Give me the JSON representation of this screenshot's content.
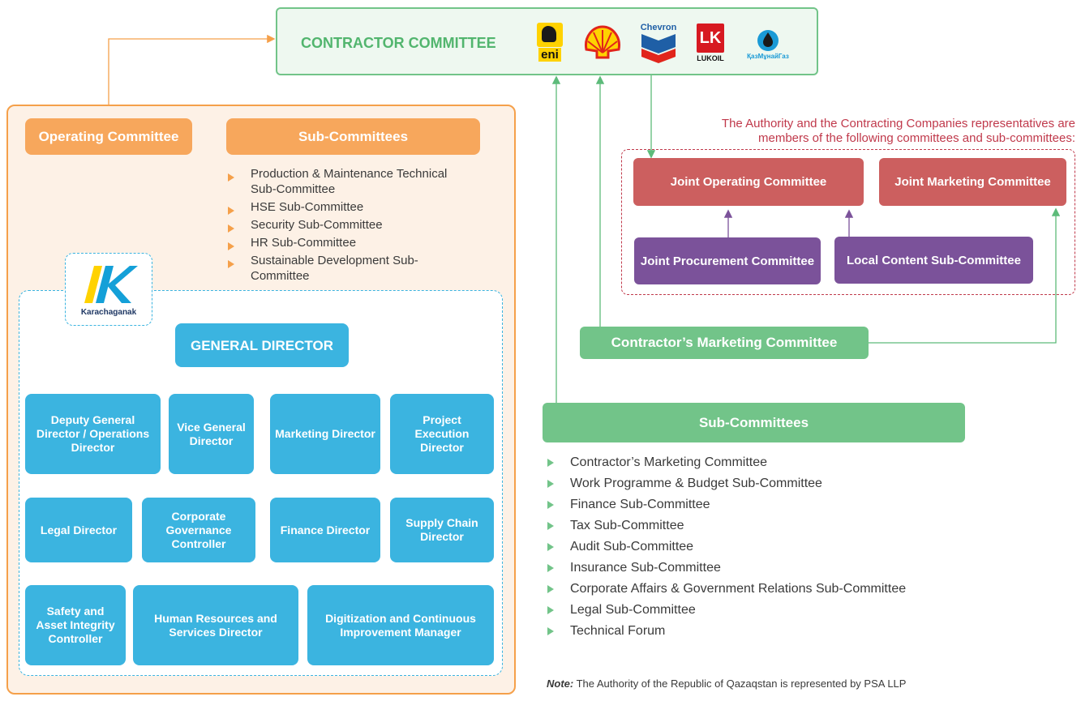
{
  "contractor_committee": {
    "title": "CONTRACTOR COMMITTEE",
    "logos": [
      {
        "name": "eni-logo",
        "text": "eni"
      },
      {
        "name": "shell-logo",
        "text": ""
      },
      {
        "name": "chevron-logo",
        "text": "Chevron"
      },
      {
        "name": "lukoil-logo",
        "text": "LUKOIL"
      },
      {
        "name": "kazmunaygaz-logo",
        "text": "ҚазМұнайГаз"
      }
    ]
  },
  "left": {
    "operating_committee": "Operating Committee",
    "sub_committees_title": "Sub-Committees",
    "sub_committees": [
      "Production & Maintenance Technical Sub-Committee",
      "HSE Sub-Committee",
      "Security Sub-Committee",
      "HR Sub-Committee",
      "Sustainable Development Sub-Committee"
    ],
    "karachaganak_label": "Karachaganak"
  },
  "org": {
    "general_director": "GENERAL DIRECTOR",
    "row1": [
      "Deputy General Director / Operations Director",
      "Vice General Director",
      "Marketing Director",
      "Project Execution Director"
    ],
    "row2": [
      "Legal Director",
      "Corporate Governance Controller",
      "Finance Director",
      "Supply Chain Director"
    ],
    "row3": [
      "Safety and Asset Integrity Controller",
      "Human Resources and Services Director",
      "Digitization and Continuous Improvement Manager"
    ]
  },
  "right": {
    "authority_note_line1": "The Authority and the Contracting Companies representatives are",
    "authority_note_line2": "members of the following committees and sub-committees:",
    "joint_operating": "Joint Operating Committee",
    "joint_marketing": "Joint Marketing Committee",
    "joint_procurement": "Joint Procurement Committee",
    "local_content": "Local Content Sub-Committee",
    "contractors_marketing": "Contractor’s Marketing Committee",
    "sub_committees_title": "Sub-Committees",
    "sub_committees": [
      "Contractor’s Marketing Committee",
      "Work Programme & Budget Sub-Committee",
      "Finance Sub-Committee",
      "Tax Sub-Committee",
      "Audit Sub-Committee",
      "Insurance Sub-Committee",
      "Corporate Affairs & Government Relations Sub-Committee",
      "Legal Sub-Committee",
      "Technical Forum"
    ],
    "note_label": "Note:",
    "note_text": " The Authority of the Republic of Qazaqstan is represented by PSA LLP"
  },
  "colors": {
    "orange": "#f7a75c",
    "green": "#72c489",
    "blue": "#3bb4e0",
    "red": "#cc5f5f",
    "purple": "#7b529a"
  }
}
